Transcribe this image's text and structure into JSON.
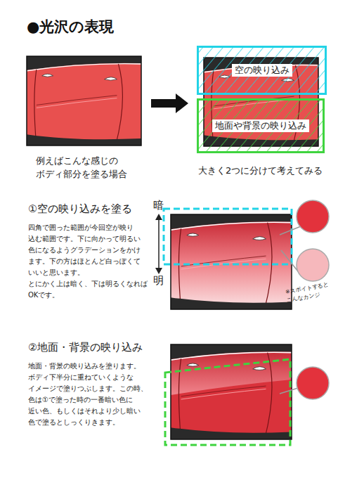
{
  "diagram": {
    "title": "●光沢の表現",
    "nodes": [
      {
        "text": [
          "例えばこんな感じの ボディ部分を塗る場合"
        ]
      },
      {
        "text": [
          "大きく2つに分けて考えてみる"
        ]
      },
      {
        "text": [
          "空の映り込み"
        ],
        "in": 1
      },
      {
        "text": [
          "地面や背景の映り込み"
        ],
        "in": 1
      }
    ],
    "edges": [
      {
        "from": 0,
        "to": 1,
        "arrow": "to"
      }
    ],
    "labels": [
      "①空の映り込みを塗る",
      "四角で囲った範囲が今回空が映り 込む範囲です。下に向かって明るい 色になるようグラデーションをかけ ます。下の方はほとんど白っぽくて いいと思います。 とにかく上は暗く、下は明るくなれば OKです。",
      "暗",
      "明",
      "※スポイトすると こんなカンジ",
      "②地面・背景の映り込み",
      "地面・背景の映り込みを塗ります。 ボディ下半分に重ねていくような イメージで塗りつぶします。この時、 色は①で塗った時の一番暗い色に 近い色、もしくはそれより少し暗い 色で塗るとしっくりきます。"
    ]
  }
}
